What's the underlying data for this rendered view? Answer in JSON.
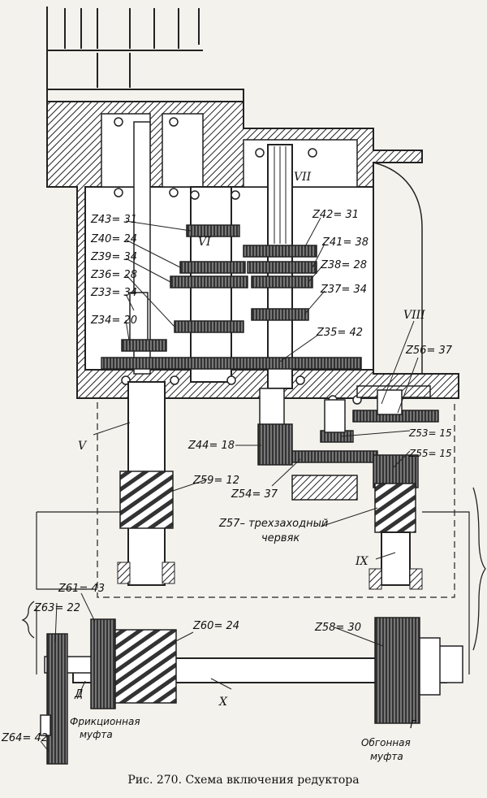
{
  "caption": "Рис. 270. Схема включения редуктора",
  "shafts": {
    "v": "V",
    "vi": "VI",
    "vii": "VII",
    "viii": "VIII",
    "ix": "IX",
    "x": "X"
  },
  "gears": {
    "z43": "Z43= 31",
    "z40": "Z40= 24",
    "z39": "Z39= 34",
    "z36": "Z36= 28",
    "z33": "Z33= 34",
    "z34": "Z34= 20",
    "z42": "Z42= 31",
    "z41": "Z41= 38",
    "z38": "Z38= 28",
    "z37": "Z37= 34",
    "z35": "Z35= 42",
    "z56": "Z56= 37",
    "z53": "Z53= 15",
    "z55": "Z55= 15",
    "z44": "Z44= 18",
    "z54": "Z54= 37",
    "z59": "Z59= 12",
    "z57": "Z57– трехзаходный",
    "z57b": "червяк",
    "z61": "Z61= 43",
    "z63": "Z63= 22",
    "z60": "Z60= 24",
    "z58": "Z58= 30",
    "z64": "Z64= 42"
  },
  "parts": {
    "d": "Д",
    "g": "Г",
    "friction1": "Фрикционная",
    "friction2": "муфта",
    "overrun1": "Обгонная",
    "overrun2": "муфта"
  }
}
